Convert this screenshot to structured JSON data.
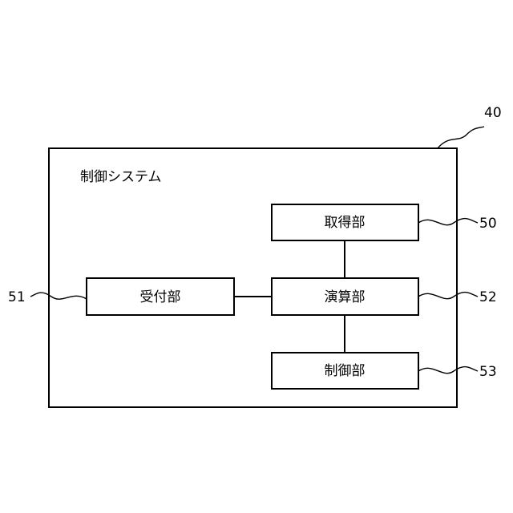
{
  "system": {
    "ref": "40",
    "title": "制御システム"
  },
  "blocks": {
    "acquisition": {
      "label": "取得部",
      "ref": "50"
    },
    "reception": {
      "label": "受付部",
      "ref": "51"
    },
    "computation": {
      "label": "演算部",
      "ref": "52"
    },
    "control": {
      "label": "制御部",
      "ref": "53"
    }
  }
}
